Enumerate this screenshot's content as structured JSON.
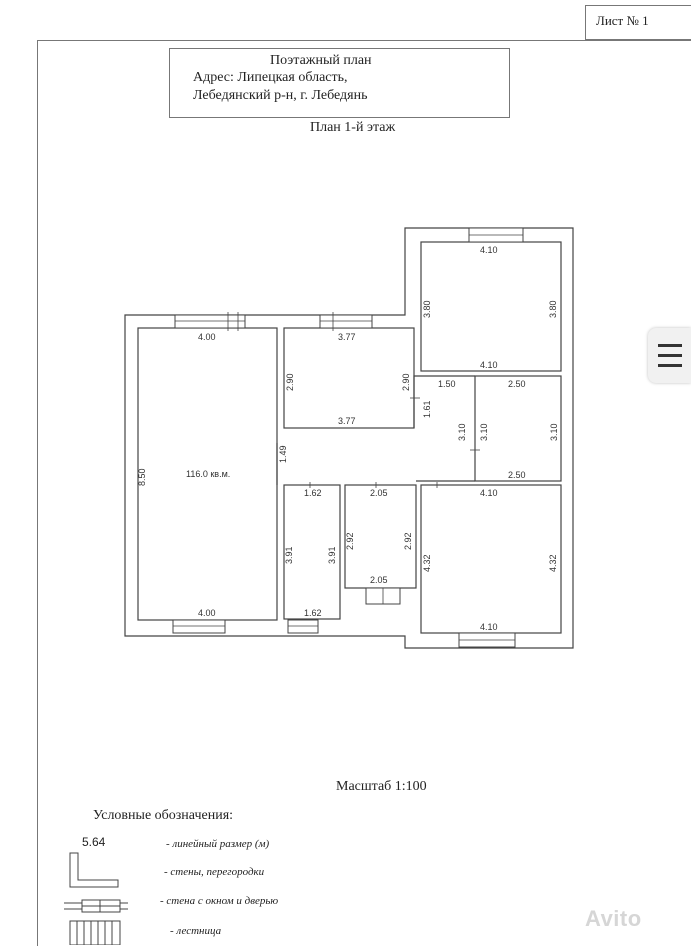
{
  "sheet": "Лист № 1",
  "title": {
    "line1": "Поэтажный план",
    "line2": "Адрес: Липецкая область,",
    "line3": "Лебедянский р-н, г. Лебедянь"
  },
  "plan_title": "План 1-й этаж",
  "area_label": "116.0 кв.м.",
  "dims": {
    "d400a": "4.00",
    "d850": "8.50",
    "d400b": "4.00",
    "d377a": "3.77",
    "d290a": "2.90",
    "d290b": "2.90",
    "d377b": "3.77",
    "d410a": "4.10",
    "d380a": "3.80",
    "d380b": "3.80",
    "d410b": "4.10",
    "d150": "1.50",
    "d161": "1.61",
    "d149": "1.49",
    "d250a": "2.50",
    "d310a": "3.10",
    "d310b": "3.10",
    "d310c": "3.10",
    "d250b": "2.50",
    "d162a": "1.62",
    "d391a": "3.91",
    "d391b": "3.91",
    "d162b": "1.62",
    "d205a": "2.05",
    "d292a": "2.92",
    "d292b": "2.92",
    "d205b": "2.05",
    "d410c": "4.10",
    "d432a": "4.32",
    "d432b": "4.32",
    "d410d": "4.10"
  },
  "scale": "Масштаб 1:100",
  "legend": {
    "title": "Условные обозначения:",
    "dim_example": "5.64",
    "items": [
      "- линейный размер (м)",
      "- стены, перегородки",
      "- стена с окном и дверью",
      "- лестница"
    ]
  },
  "watermark": "Avito"
}
